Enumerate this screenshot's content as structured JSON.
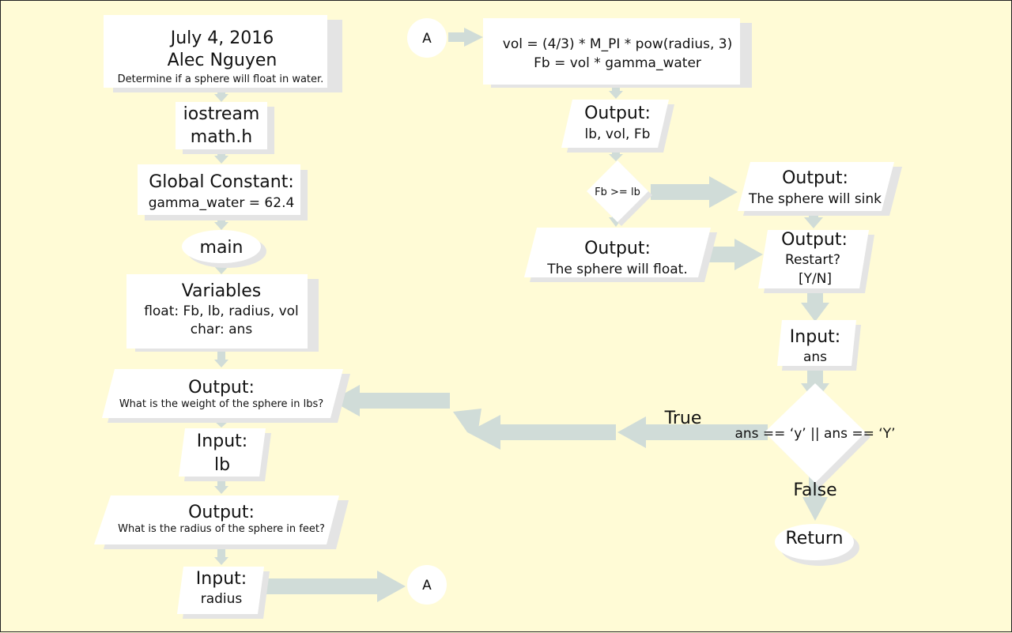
{
  "header": {
    "date": "July 4, 2016",
    "author": "Alec Nguyen",
    "description": "Determine if a sphere will float in water."
  },
  "includes": {
    "line1": "iostream",
    "line2": "math.h"
  },
  "global_constant": {
    "title": "Global Constant:",
    "value": "gamma_water = 62.4"
  },
  "main_label": "main",
  "variables": {
    "title": "Variables",
    "line1": "float: Fb, lb, radius, vol",
    "line2": "char: ans"
  },
  "output_weight": {
    "title": "Output:",
    "text": "What is the weight of the sphere in lbs?"
  },
  "input_lb": {
    "title": "Input:",
    "value": "lb"
  },
  "output_radius": {
    "title": "Output:",
    "text": "What is the radius of the sphere in feet?"
  },
  "input_radius": {
    "title": "Input:",
    "value": "radius"
  },
  "connector_label": "A",
  "compute": {
    "line1": "vol = (4/3) * M_PI * pow(radius, 3)",
    "line2": "Fb = vol * gamma_water"
  },
  "output_values": {
    "title": "Output:",
    "text": "lb, vol, Fb"
  },
  "decision_float": {
    "condition": "Fb >= lb"
  },
  "output_sink": {
    "title": "Output:",
    "text": "The sphere will sink"
  },
  "output_float": {
    "title": "Output:",
    "text": "The sphere will float."
  },
  "output_restart": {
    "title": "Output:",
    "line1": "Restart?",
    "line2": "[Y/N]"
  },
  "input_ans": {
    "title": "Input:",
    "value": "ans"
  },
  "decision_restart": {
    "condition": "ans == ‘y’ || ans == ‘Y’",
    "true_label": "True",
    "false_label": "False"
  },
  "terminal_return": "Return",
  "colors": {
    "background": "#fffbd6",
    "box": "#ffffff",
    "shadow": "#e4e4e4",
    "arrow": "#d0dcd8"
  }
}
